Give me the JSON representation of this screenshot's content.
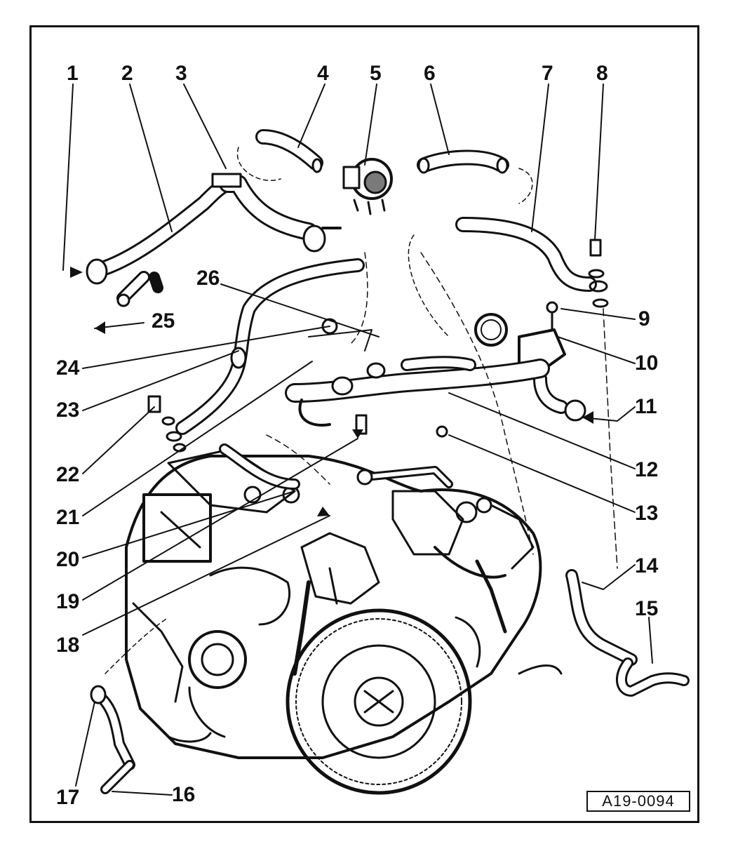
{
  "diagram": {
    "callouts": [
      "1",
      "2",
      "3",
      "4",
      "5",
      "6",
      "7",
      "8",
      "9",
      "10",
      "11",
      "12",
      "13",
      "14",
      "15",
      "16",
      "17",
      "18",
      "19",
      "20",
      "21",
      "22",
      "23",
      "24",
      "25",
      "26"
    ],
    "figure_id": "A19-0094"
  },
  "colors": {
    "ink": "#111111",
    "paper": "#ffffff",
    "shade": "#7a7a7a"
  }
}
